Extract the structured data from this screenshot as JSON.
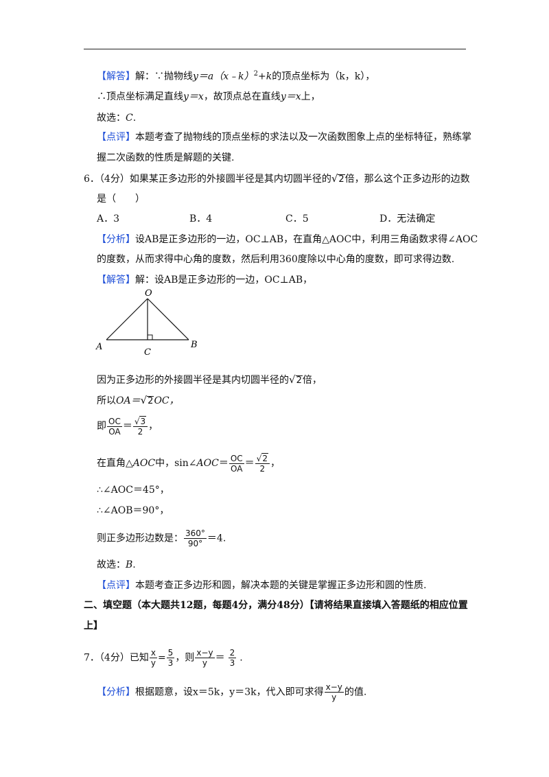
{
  "solution_prev": {
    "tag_answer": "【解答】",
    "l1_pre": "解：∵抛物线",
    "l1_eq": "y＝a（x﹣k）",
    "l1_exp": "2",
    "l1_eq2": "+k",
    "l1_post": "的顶点坐标为（k，k），",
    "l2_pre": "∴顶点坐标满足直线",
    "l2_eq": "y＝x",
    "l2_mid": "，故顶点总在直线",
    "l2_eq2": "y＝x",
    "l2_post": "上，",
    "l3_pre": "故选：",
    "l3_choice": "C",
    "l3_post": ".",
    "tag_comment": "【点评】",
    "comment_l1": "本题考查了抛物线的顶点坐标的求法以及一次函数图象上点的坐标特征，熟练掌",
    "comment_l2": "握二次函数的性质是解题的关键."
  },
  "q6": {
    "stem_pre": "6．（4分）如果某正多边形的外接圆半径是其内切圆半径的",
    "sqrt_arg": "2",
    "stem_post": "倍，那么这个正多边形的边数",
    "stem_l2": "是（　　）",
    "options": [
      "A．3",
      "B．4",
      "C．5",
      "D．无法确定"
    ],
    "tag_analysis": "【分析】",
    "analysis_l1": "设AB是正多边形的一边，OC⊥AB，在直角△AOC中，利用三角函数求得∠AOC",
    "analysis_l2": "的度数，从而求得中心角的度数，然后利用360度除以中心角的度数，即可求得边数.",
    "tag_answer": "【解答】",
    "answer_l1": "解：设AB是正多边形的一边，OC⊥AB，",
    "fig_labels": {
      "O": "O",
      "A": "A",
      "B": "B",
      "C": "C"
    },
    "s1_pre": "因为正多边形的外接圆半径是其内切圆半径的",
    "s1_sqrt": "2",
    "s1_post": "倍，",
    "s2_pre": "所以",
    "s2_eq": "OA＝",
    "s2_sqrt": "2",
    "s2_post": "OC，",
    "s3_pre": "即",
    "s3_num": "OC",
    "s3_den": "OA",
    "s3_eq": "＝",
    "s3_rnum": "3",
    "s3_rden": "2",
    "s3_post": "，",
    "s4_pre": "在直角△",
    "s4_tri": "AOC",
    "s4_mid": "中，sin∠",
    "s4_ang": "AOC",
    "s4_eq": "＝",
    "s4_num": "OC",
    "s4_den": "OA",
    "s4_eq2": "＝",
    "s4_rnum": "2",
    "s4_rden": "2",
    "s4_post": "，",
    "s5": "∴∠AOC＝45°，",
    "s6": "∴∠AOB＝90°，",
    "s7_pre": "则正多边形边数是：",
    "s7_num": "360°",
    "s7_den": "90°",
    "s7_post": "＝4.",
    "s8_pre": "故选：",
    "s8_choice": "B",
    "s8_post": ".",
    "tag_comment": "【点评】",
    "comment": "本题考查正多边形和圆，解决本题的关键是掌握正多边形和圆的性质."
  },
  "section2": {
    "heading_l1": "二、填空题（本大题共12题，每题4分，满分48分）【请将结果直接填入答题纸的相应位置",
    "heading_l2": "上】"
  },
  "q7": {
    "stem_pre": "7．（4分）已知",
    "f1_num": "x",
    "f1_den": "y",
    "f1_eq": "=",
    "f2_num": "5",
    "f2_den": "3",
    "mid": "，则",
    "f3_num": "x−y",
    "f3_den": "y",
    "eq": "＝",
    "ans_num": "2",
    "ans_den": "3",
    "post": ".",
    "tag_analysis": "【分析】",
    "analysis_pre": "根据题意，设x＝5k，y＝3k，代入即可求得",
    "af_num": "x−y",
    "af_den": "y",
    "analysis_post": "的值."
  }
}
